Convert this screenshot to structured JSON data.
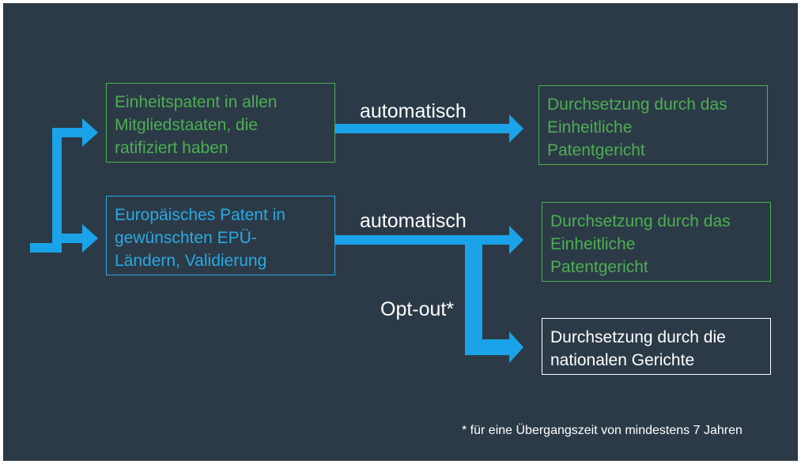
{
  "colors": {
    "background": "#2c3a48",
    "arrow": "#1aa3e8",
    "green": "#4caf50",
    "blue": "#29aae1",
    "white": "#ffffff"
  },
  "boxes": {
    "unitary_patent": "Einheitspatent in allen\nMitgliedstaaten, die\nratifiziert haben",
    "european_patent": "Europäisches Patent in\ngewünschten EPÜ-\nLändern, Validierung",
    "upc_enforcement_top": "Durchsetzung durch das\nEinheitliche\nPatentgericht",
    "upc_enforcement_bottom": "Durchsetzung durch das\nEinheitliche\nPatentgericht",
    "national_courts": "Durchsetzung durch die\nnationalen Gerichte"
  },
  "labels": {
    "automatic_top": "automatisch",
    "automatic_bottom": "automatisch",
    "opt_out": "Opt-out*"
  },
  "footnote": "* für eine Übergangszeit von mindestens 7 Jahren"
}
